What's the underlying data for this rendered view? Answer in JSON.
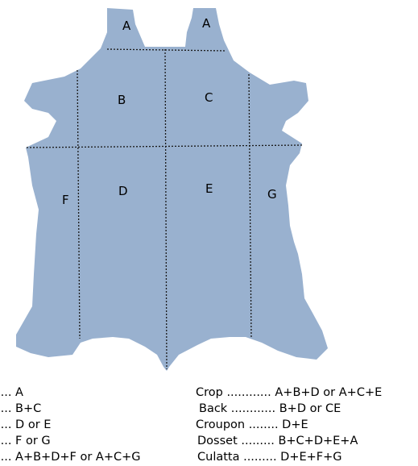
{
  "diagram": {
    "hide_color": "#99b1cf",
    "cut_line_color": "#1a1a1a",
    "regions": {
      "a_left": "A",
      "a_right": "A",
      "b": "B",
      "c": "C",
      "d": "D",
      "e": "E",
      "f": "F",
      "g": "G"
    }
  },
  "legend": {
    "left": [
      ".... A",
      ".... B+C",
      ".... D or E",
      ".... F or G",
      ".... A+B+D+F or A+C+G"
    ],
    "right": [
      "Crop ............ A+B+D or A+C+E",
      "Back ............ B+D or CE",
      "Croupon ........ D+E",
      "Dosset ......... B+C+D+E+A",
      "Culatta ......... D+E+F+G"
    ]
  }
}
